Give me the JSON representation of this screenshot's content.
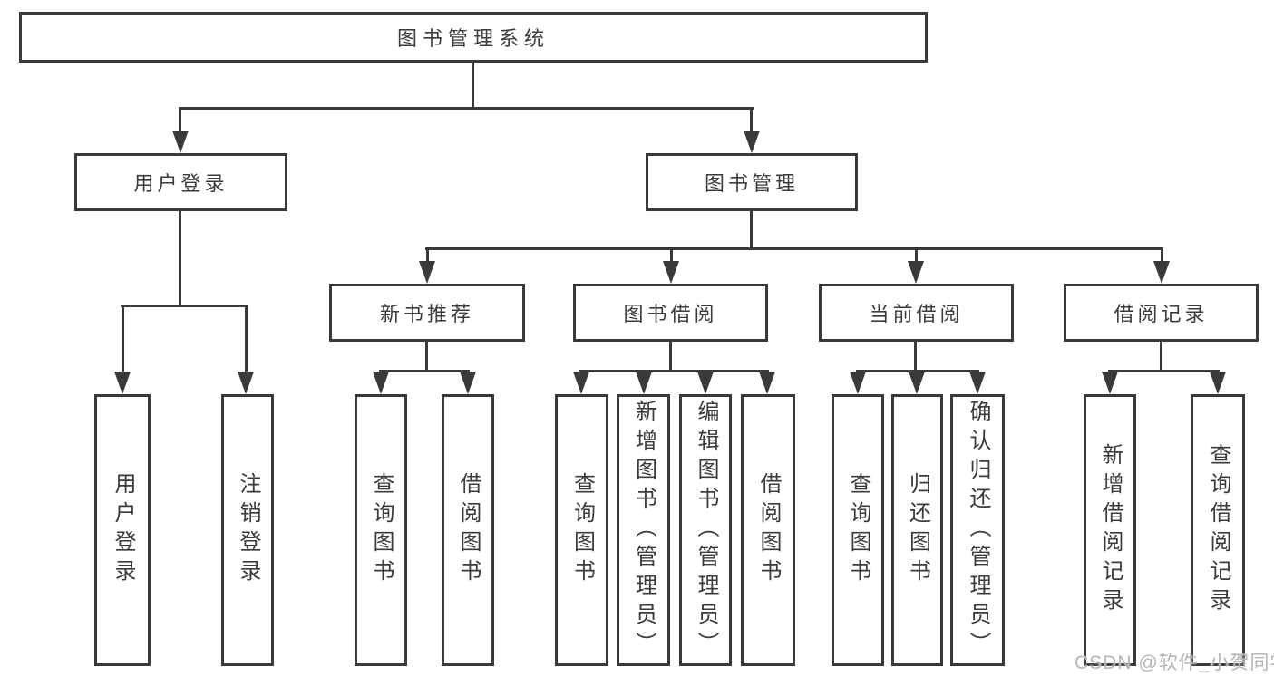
{
  "diagram": {
    "root": {
      "label": "图书管理系统"
    },
    "branches": [
      {
        "label": "用户登录",
        "children": [
          {
            "label": "用户登录"
          },
          {
            "label": "注销登录"
          }
        ]
      },
      {
        "label": "图书管理",
        "groups": [
          {
            "label": "新书推荐",
            "children": [
              {
                "label": "查询图书"
              },
              {
                "label": "借阅图书"
              }
            ]
          },
          {
            "label": "图书借阅",
            "children": [
              {
                "label": "查询图书"
              },
              {
                "label": "新增图书（管理员）"
              },
              {
                "label": "编辑图书（管理员）"
              },
              {
                "label": "借阅图书"
              }
            ]
          },
          {
            "label": "当前借阅",
            "children": [
              {
                "label": "查询图书"
              },
              {
                "label": "归还图书"
              },
              {
                "label": "确认归还（管理员）"
              }
            ]
          },
          {
            "label": "借阅记录",
            "children": [
              {
                "label": "新增借阅记录"
              },
              {
                "label": "查询借阅记录"
              }
            ]
          }
        ]
      }
    ]
  },
  "watermark": {
    "text": "CSDN @软件_小贺同学"
  },
  "colors": {
    "line": "#3a3a3a",
    "text": "#3b3b3b",
    "watermark": "#b5b5b5",
    "background": "#ffffff"
  }
}
